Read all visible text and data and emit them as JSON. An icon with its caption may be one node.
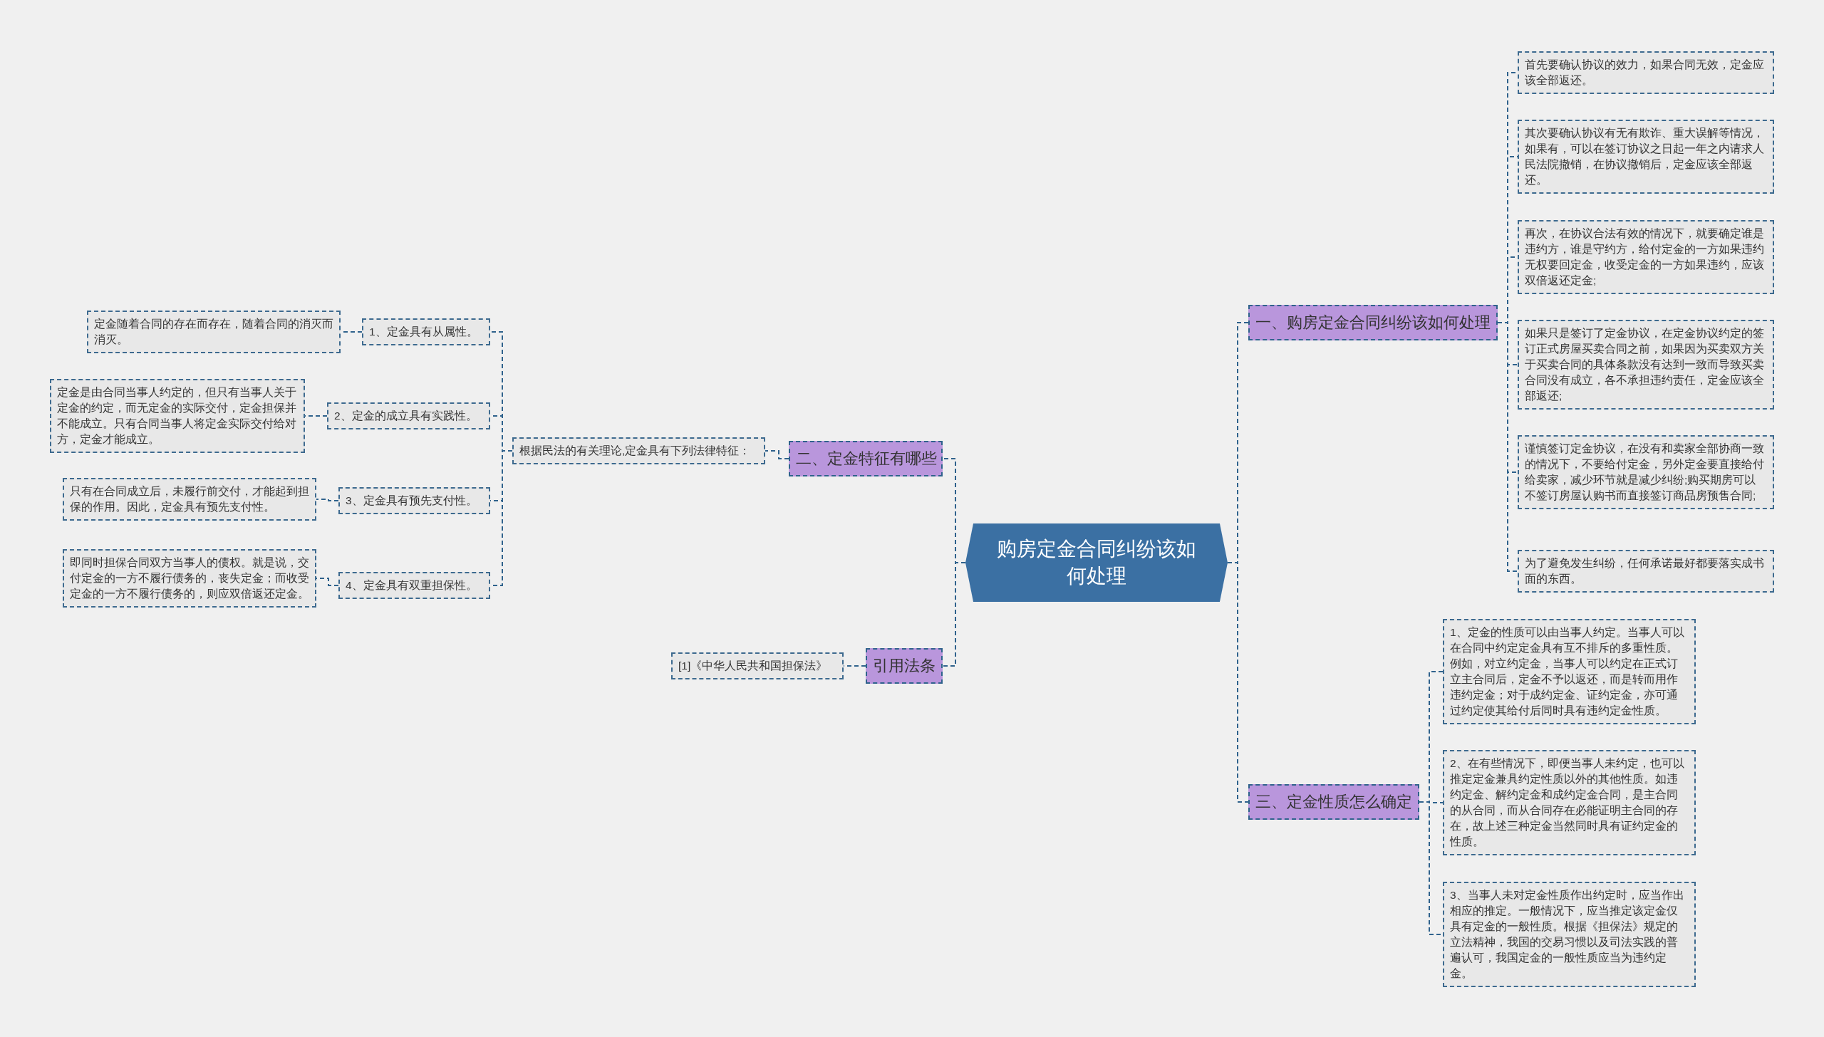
{
  "diagram": {
    "nodes": [
      {
        "text": [
          "购房定金合同纠纷该如何处理"
        ]
      },
      {
        "text": [
          "一、购房定金合同纠纷该如何处理"
        ]
      },
      {
        "text": [
          "首先要确认协议的效力，如果合同无效，定金应该全部返还。"
        ]
      },
      {
        "text": [
          "其次要确认协议有无有欺诈、重大误解等情况，如果有，可以在签订协议之日起一年之内请求人民法院撤销，在协议撤销后，定金应该全部返还。"
        ]
      },
      {
        "text": [
          "再次，在协议合法有效的情况下，就要确定谁是违约方，谁是守约方，给付定金的一方如果违约无权要回定金，收受定金的一方如果违约，应该双倍返还定金;"
        ]
      },
      {
        "text": [
          "如果只是签订了定金协议，在定金协议约定的签订正式房屋买卖合同之前，如果因为买卖双方关于买卖合同的具体条款没有达到一致而导致买卖合同没有成立，各不承担违约责任，定金应该全部返还;"
        ]
      },
      {
        "text": [
          "谨慎签订定金协议，在没有和卖家全部协商一致的情况下，不要给付定金，另外定金要直接给付给卖家，减少环节就是减少纠纷;购买期房可以不签订房屋认购书而直接签订商品房预售合同;"
        ]
      },
      {
        "text": [
          "为了避免发生纠纷，任何承诺最好都要落实成书面的东西。"
        ]
      },
      {
        "text": [
          "二、定金特征有哪些"
        ]
      },
      {
        "text": [
          "根据民法的有关理论,定金具有下列法律特征："
        ]
      },
      {
        "text": [
          "1、定金具有从属性。"
        ]
      },
      {
        "text": [
          "定金随着合同的存在而存在，随着合同的消灭而消灭。"
        ]
      },
      {
        "text": [
          "2、定金的成立具有实践性。"
        ]
      },
      {
        "text": [
          "定金是由合同当事人约定的，但只有当事人关于定金的约定，而无定金的实际交付，定金担保并不能成立。只有合同当事人将定金实际交付给对方，定金才能成立。"
        ]
      },
      {
        "text": [
          "3、定金具有预先支付性。"
        ]
      },
      {
        "text": [
          "只有在合同成立后，未履行前交付，才能起到担保的作用。因此，定金具有预先支付性。"
        ]
      },
      {
        "text": [
          "4、定金具有双重担保性。"
        ]
      },
      {
        "text": [
          "即同时担保合同双方当事人的债权。就是说，交付定金的一方不履行债务的，丧失定金；而收受定金的一方不履行债务的，则应双倍返还定金。"
        ]
      },
      {
        "text": [
          "引用法条"
        ]
      },
      {
        "text": [
          "[1]《中华人民共和国担保法》"
        ]
      },
      {
        "text": [
          "三、定金性质怎么确定"
        ]
      },
      {
        "text": [
          "1、定金的性质可以由当事人约定。当事人可以在合同中约定定金具有互不排斥的多重性质。例如，对立约定金，当事人可以约定在正式订立主合同后，定金不予以返还，而是转而用作违约定金；对于成约定金、证约定金，亦可通过约定使其给付后同时具有违约定金性质。"
        ]
      },
      {
        "text": [
          "2、在有些情况下，即便当事人未约定，也可以推定定金兼具约定性质以外的其他性质。如违约定金、解约定金和成约定金合同，是主合同的从合同，而从合同存在必能证明主合同的存在，故上述三种定金当然同时具有证约定金的性质。"
        ]
      },
      {
        "text": [
          "3、当事人未对定金性质作出约定时，应当作出相应的推定。一般情况下，应当推定该定金仅具有定金的一般性质。根据《担保法》规定的立法精神，我国的交易习惯以及司法实践的普遍认可，我国定金的一般性质应当为违约定金。"
        ]
      }
    ],
    "edges": [
      {
        "from": 0,
        "to": 1,
        "arrow": "none"
      },
      {
        "from": 0,
        "to": 8,
        "arrow": "none"
      },
      {
        "from": 0,
        "to": 18,
        "arrow": "none"
      },
      {
        "from": 0,
        "to": 20,
        "arrow": "none"
      },
      {
        "from": 1,
        "to": 2,
        "arrow": "none"
      },
      {
        "from": 1,
        "to": 3,
        "arrow": "none"
      },
      {
        "from": 1,
        "to": 4,
        "arrow": "none"
      },
      {
        "from": 1,
        "to": 5,
        "arrow": "none"
      },
      {
        "from": 1,
        "to": 6,
        "arrow": "none"
      },
      {
        "from": 1,
        "to": 7,
        "arrow": "none"
      },
      {
        "from": 8,
        "to": 9,
        "arrow": "none"
      },
      {
        "from": 9,
        "to": 10,
        "arrow": "none"
      },
      {
        "from": 9,
        "to": 12,
        "arrow": "none"
      },
      {
        "from": 9,
        "to": 14,
        "arrow": "none"
      },
      {
        "from": 9,
        "to": 16,
        "arrow": "none"
      },
      {
        "from": 10,
        "to": 11,
        "arrow": "none"
      },
      {
        "from": 12,
        "to": 13,
        "arrow": "none"
      },
      {
        "from": 14,
        "to": 15,
        "arrow": "none"
      },
      {
        "from": 16,
        "to": 17,
        "arrow": "none"
      },
      {
        "from": 18,
        "to": 19,
        "arrow": "none"
      },
      {
        "from": 20,
        "to": 21,
        "arrow": "none"
      },
      {
        "from": 20,
        "to": 22,
        "arrow": "none"
      },
      {
        "from": 20,
        "to": 23,
        "arrow": "none"
      }
    ]
  }
}
